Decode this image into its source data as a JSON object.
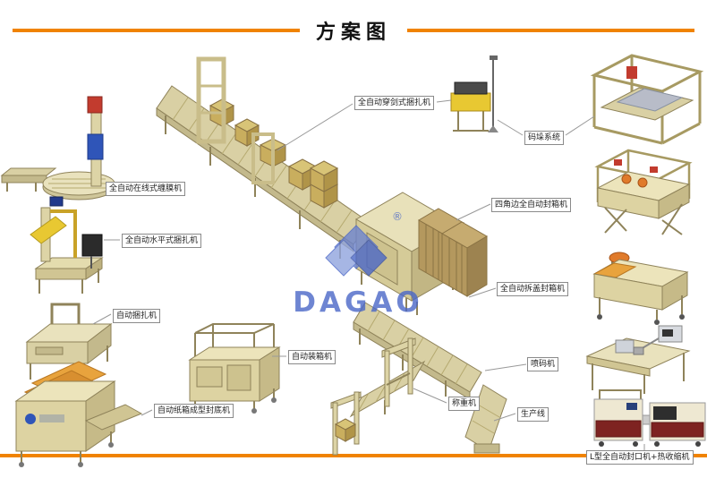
{
  "title": "方案图",
  "watermark": {
    "brand": "DAGAO",
    "registered": "®"
  },
  "colors": {
    "rule_orange": "#f08300",
    "machine_beige": "#ddd4a6",
    "box_khaki": "#c9ae5e",
    "brand_blue": "#4a67c8"
  },
  "labels": [
    {
      "id": "inline-wrapper",
      "text": "全自动在线式缠膜机"
    },
    {
      "id": "horizontal-strapper",
      "text": "全自动水平式捆扎机"
    },
    {
      "id": "auto-strapper",
      "text": "自动捆扎机"
    },
    {
      "id": "carton-former",
      "text": "自动纸箱成型封底机"
    },
    {
      "id": "sword-strapper",
      "text": "全自动穿剑式捆扎机"
    },
    {
      "id": "palletizing-system",
      "text": "码垛系统"
    },
    {
      "id": "four-corner-sealer",
      "text": "四角边全自动封箱机"
    },
    {
      "id": "flap-sealer",
      "text": "全自动拆盖封箱机"
    },
    {
      "id": "inkjet-coder",
      "text": "喷码机"
    },
    {
      "id": "case-packer",
      "text": "自动装箱机"
    },
    {
      "id": "weigher",
      "text": "称重机"
    },
    {
      "id": "production-line",
      "text": "生产线"
    },
    {
      "id": "l-sealer-shrink",
      "text": "L型全自动封口机+热收缩机"
    }
  ]
}
